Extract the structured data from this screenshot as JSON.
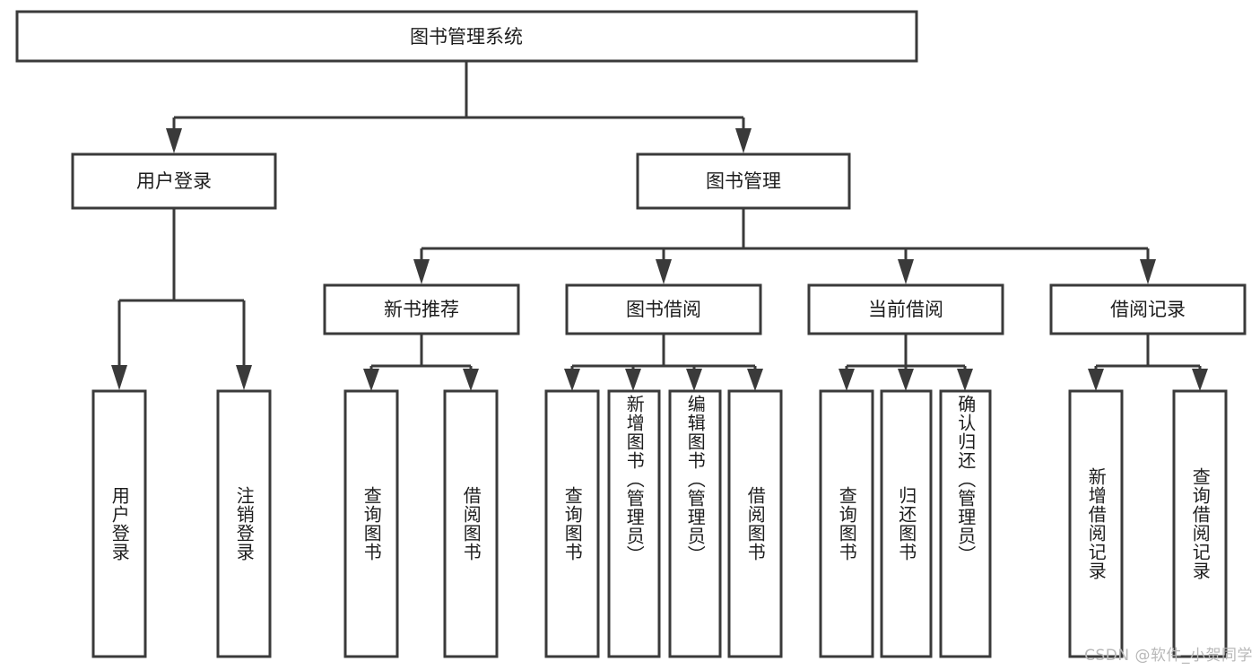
{
  "diagram": {
    "type": "tree",
    "title": "图书管理系统",
    "watermark": "CSDN @软件_小贺同学",
    "colors": {
      "stroke": "#3a3a3a",
      "box_fill": "#ffffff",
      "text": "#1d1d1d",
      "watermark": "#b8b8b8",
      "background": "#ffffff"
    },
    "root": {
      "label": "图书管理系统"
    },
    "level2": [
      {
        "label": "用户登录"
      },
      {
        "label": "图书管理"
      }
    ],
    "level3": [
      {
        "label": "新书推荐"
      },
      {
        "label": "图书借阅"
      },
      {
        "label": "当前借阅"
      },
      {
        "label": "借阅记录"
      }
    ],
    "leaves": {
      "user_login": [
        {
          "label": "用户登录"
        },
        {
          "label": "注销登录"
        }
      ],
      "new_book_recommend": [
        {
          "label": "查询图书"
        },
        {
          "label": "借阅图书"
        }
      ],
      "book_borrow": [
        {
          "label": "查询图书"
        },
        {
          "label": "新增图书（管理员）"
        },
        {
          "label": "编辑图书（管理员）"
        },
        {
          "label": "借阅图书"
        }
      ],
      "current_borrow": [
        {
          "label": "查询图书"
        },
        {
          "label": "归还图书"
        },
        {
          "label": "确认归还（管理员）"
        }
      ],
      "borrow_record": [
        {
          "label": "新增借阅记录"
        },
        {
          "label": "查询借阅记录"
        }
      ]
    }
  }
}
